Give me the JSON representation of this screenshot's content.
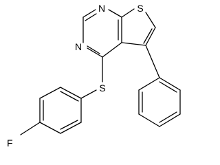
{
  "molecule": {
    "atoms": {
      "n_top": "N",
      "n_left": "N",
      "s_thiophene": "S",
      "s_thioether": "S",
      "f": "F"
    },
    "line_color": "#000000",
    "background": "#ffffff"
  }
}
